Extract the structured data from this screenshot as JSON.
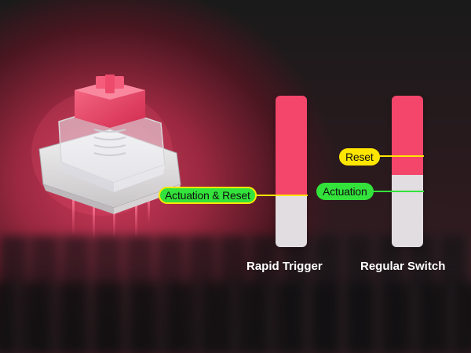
{
  "labels": {
    "rapid_actuation_reset": "Actuation & Reset",
    "regular_reset": "Reset",
    "regular_actuation": "Actuation"
  },
  "captions": {
    "rapid": "Rapid Trigger",
    "regular": "Regular Switch"
  },
  "colors": {
    "accent_pink": "#f4456b",
    "track_grey": "#e2dde0",
    "reset_yellow": "#ffe600",
    "actuation_green": "#33e23a"
  },
  "bars": {
    "rapid": {
      "actuation_reset_fraction": 0.67
    },
    "regular": {
      "reset_fraction": 0.42,
      "actuation_fraction": 0.6
    }
  },
  "icons": [
    "mechanical-switch-icon"
  ]
}
